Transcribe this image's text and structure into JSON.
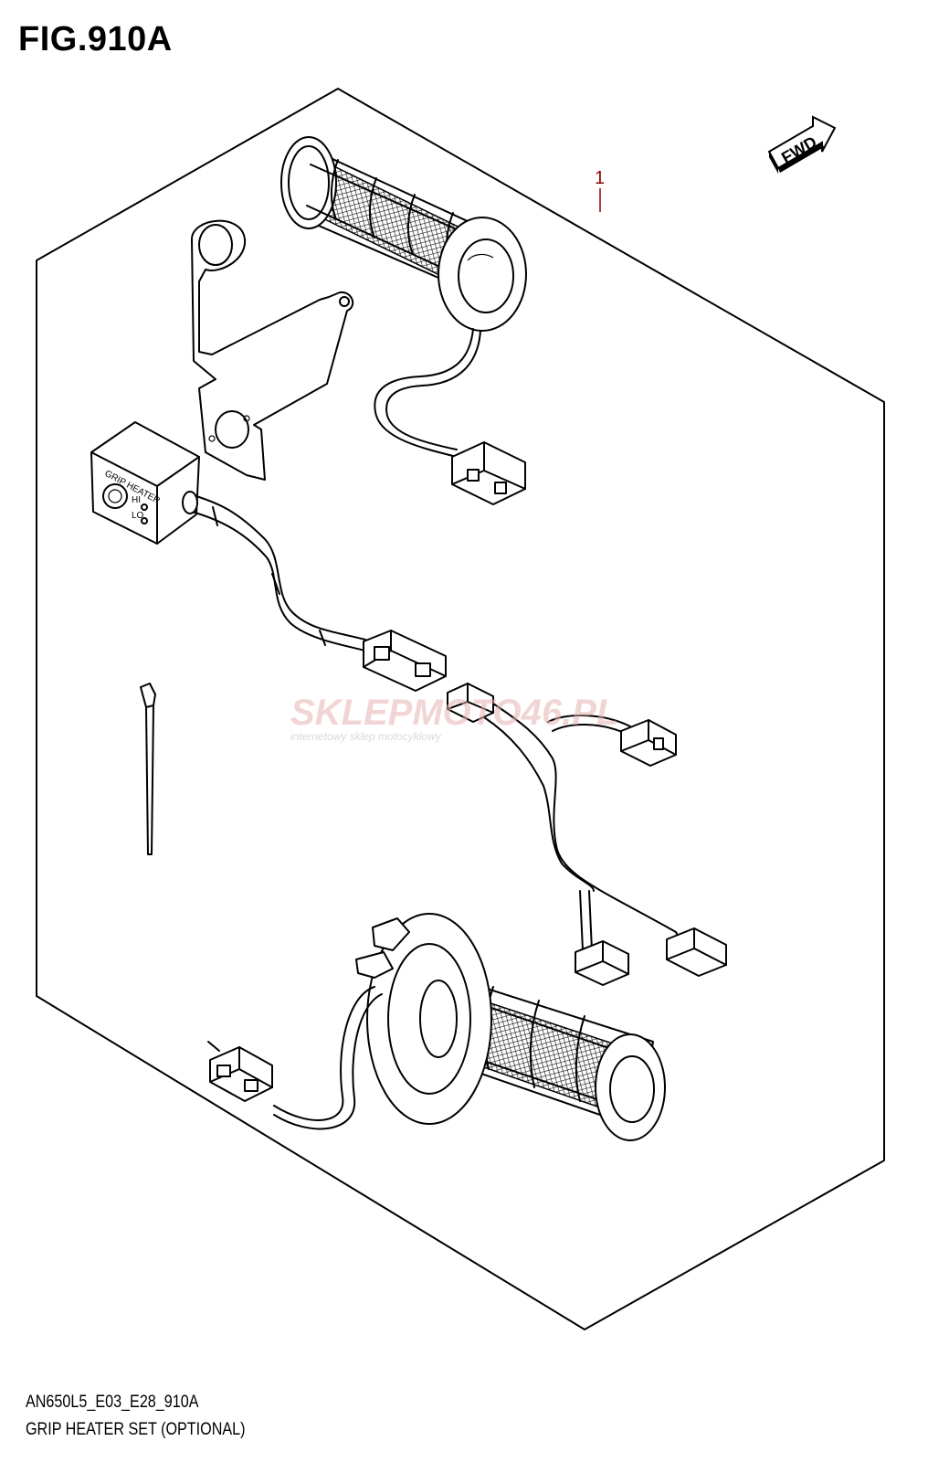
{
  "figure": {
    "title": "FIG.910A",
    "code": "AN650L5_E03_E28_910A",
    "description": "GRIP HEATER SET (OPTIONAL)"
  },
  "callouts": [
    {
      "label": "1"
    }
  ],
  "fwd_badge": {
    "label": "FWD"
  },
  "switch_labels": {
    "name": "GRIP HEATER",
    "hi": "HI",
    "lo": "LO"
  },
  "watermark": {
    "brand": "SKLEPMOTO46.PL",
    "tagline": "internetowy sklep motocyklowy"
  },
  "colors": {
    "callout": "#8b0000",
    "watermark": "#e6b3b3"
  }
}
